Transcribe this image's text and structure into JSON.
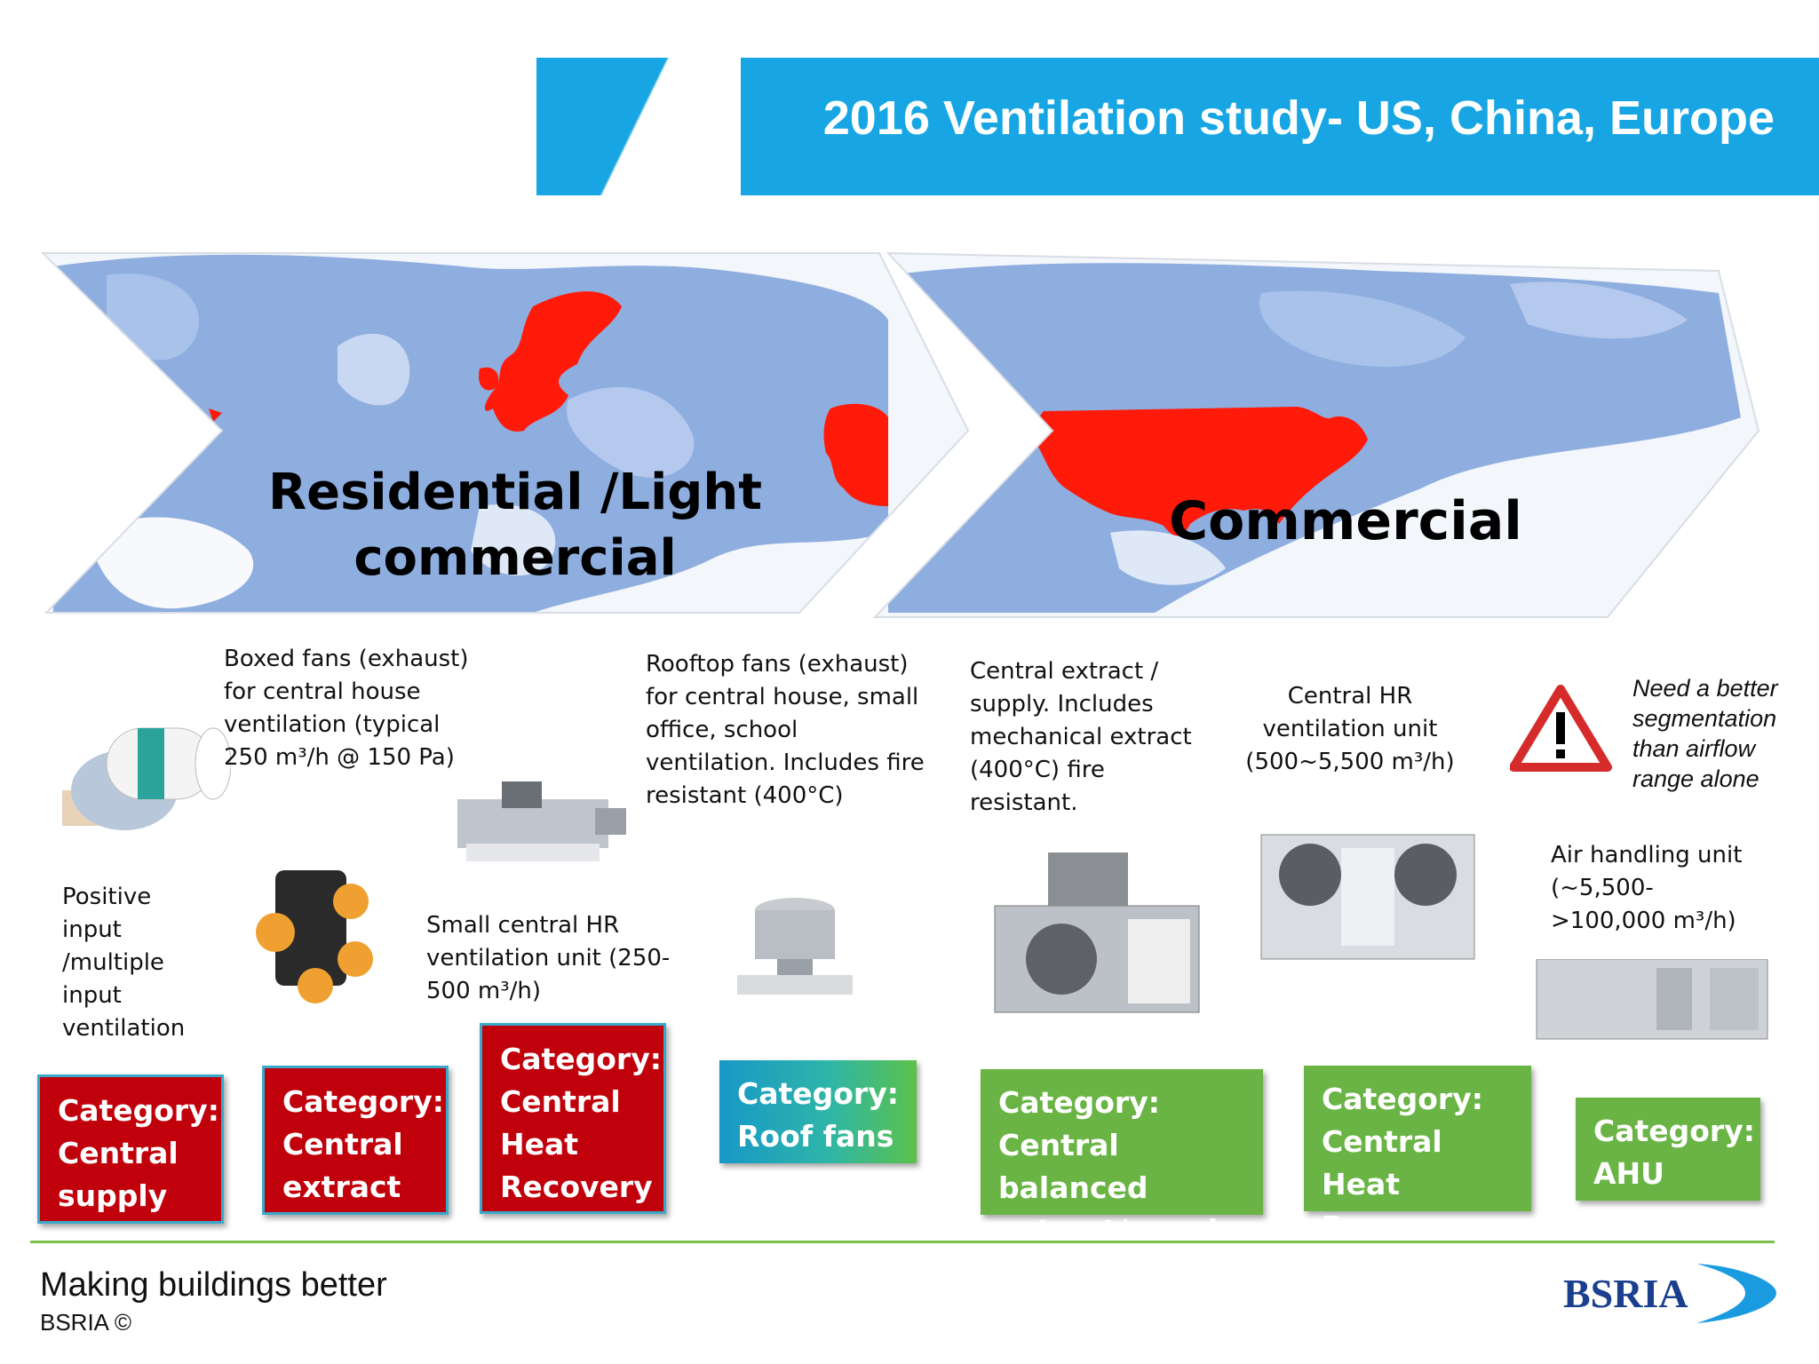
{
  "header": {
    "title": "2016 Ventilation study- US, China, Europe"
  },
  "sections": {
    "residential": {
      "title_line1": "Residential /Light",
      "title_line2": "commercial"
    },
    "commercial": {
      "title": "Commercial"
    }
  },
  "descriptions": {
    "positive_input": [
      "Positive",
      "input",
      "/multiple",
      "input",
      "ventilation"
    ],
    "boxed_fans": [
      "Boxed fans (exhaust)",
      "for central house",
      "ventilation (typical",
      "250 m³/h @ 150 Pa)"
    ],
    "small_hr": [
      "Small central HR",
      "ventilation unit (250-",
      "500 m³/h)"
    ],
    "rooftop_fans": [
      "Rooftop fans (exhaust)",
      "for central house, small",
      "office, school",
      "ventilation. Includes fire",
      "resistant (400°C)"
    ],
    "central_extract": [
      "Central extract /",
      "supply. Includes",
      "mechanical extract",
      "(400°C) fire",
      "resistant."
    ],
    "central_hr": [
      "Central HR",
      "ventilation unit",
      "(500~5,500 m³/h)"
    ],
    "warning": [
      "Need a better",
      "segmentation",
      "than airflow",
      "range alone"
    ],
    "ahu": [
      "Air handling unit",
      "(~5,500-",
      ">100,000 m³/h)"
    ]
  },
  "categories": [
    {
      "lines": [
        "Category:",
        "Central",
        "supply"
      ],
      "color": "#c0000a"
    },
    {
      "lines": [
        "Category:",
        "Central",
        "extract"
      ],
      "color": "#c0000a"
    },
    {
      "lines": [
        "Category:",
        "Central",
        "Heat",
        "Recovery"
      ],
      "color": "#c0000a"
    },
    {
      "lines": [
        "Category:",
        "Roof fans"
      ],
      "color": "#1798c8"
    },
    {
      "lines": [
        "Category:",
        "Central balanced",
        "extract/supply"
      ],
      "color": "#6ab445"
    },
    {
      "lines": [
        "Category:",
        "Central Heat",
        "Recovery"
      ],
      "color": "#6ab445"
    },
    {
      "lines": [
        "Category:",
        "AHU"
      ],
      "color": "#6ab445"
    }
  ],
  "footer": {
    "tagline": "Making buildings better",
    "copyright": "BSRIA ©",
    "logo": "BSRIA"
  },
  "colors": {
    "header_blue": "#17a6e3",
    "map_blue": "#8eaee0",
    "highlight_red": "#ff1a0a",
    "footer_green": "#7ac04a"
  },
  "icons": [
    "warning-triangle-icon",
    "bsria-logo"
  ]
}
